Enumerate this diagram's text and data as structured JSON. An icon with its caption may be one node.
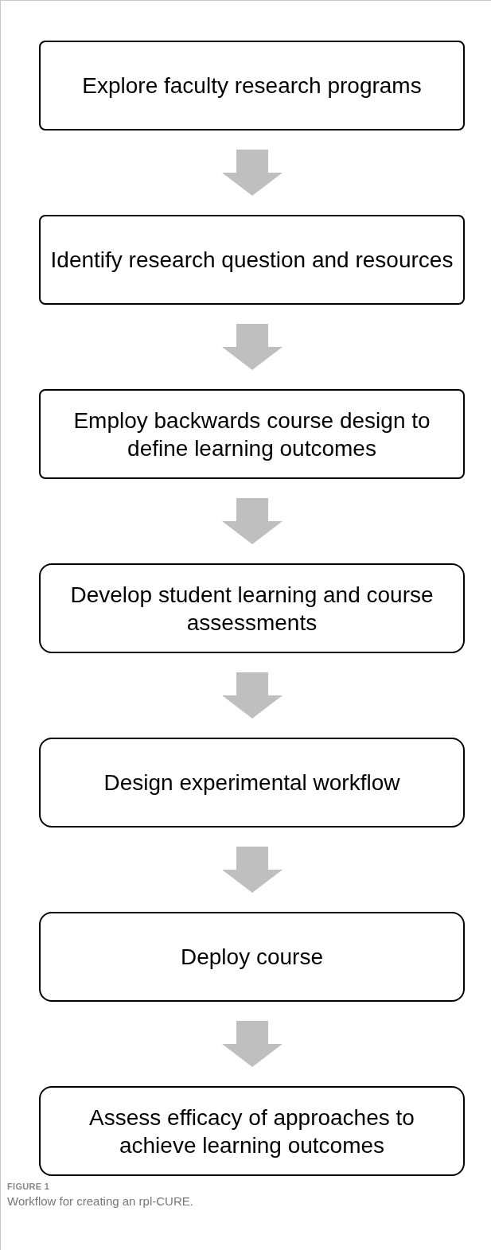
{
  "diagram": {
    "caption": "Workflow for creating an rpl-CURE.",
    "nodes": [
      {
        "text": [
          "Explore faculty research programs"
        ]
      },
      {
        "text": [
          "Identify research question and resources"
        ]
      },
      {
        "text": [
          "Employ backwards course design to define learning outcomes"
        ]
      },
      {
        "text": [
          "Develop student learning and course assessments"
        ]
      },
      {
        "text": [
          "Design experimental workflow"
        ]
      },
      {
        "text": [
          "Deploy course"
        ]
      },
      {
        "text": [
          "Assess efficacy of approaches to achieve learning outcomes"
        ]
      }
    ],
    "edges": [
      {
        "from": 0,
        "to": 1,
        "arrow": "to"
      },
      {
        "from": 1,
        "to": 2,
        "arrow": "to"
      },
      {
        "from": 2,
        "to": 3,
        "arrow": "to"
      },
      {
        "from": 3,
        "to": 4,
        "arrow": "to"
      },
      {
        "from": 4,
        "to": 5,
        "arrow": "to"
      },
      {
        "from": 5,
        "to": 6,
        "arrow": "to"
      }
    ],
    "labels": [
      "FIGURE 1"
    ]
  }
}
